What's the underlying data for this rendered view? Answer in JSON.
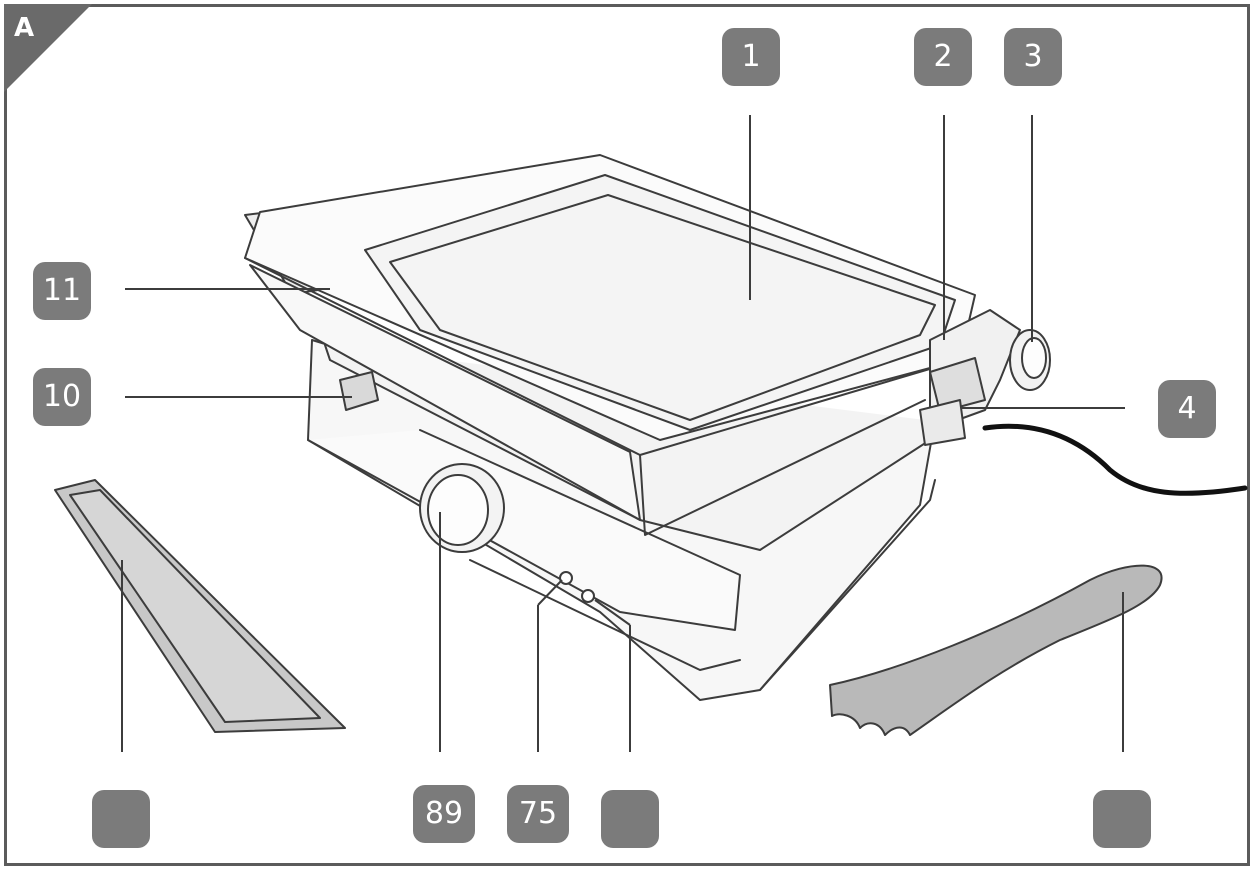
{
  "panel": {
    "label": "A"
  },
  "callouts": {
    "c1": "1",
    "c2": "2",
    "c3": "3",
    "c4": "4",
    "c10": "10",
    "c11": "11",
    "c89": "89",
    "c75": "75",
    "bl": "",
    "bm": "",
    "br": ""
  },
  "colors": {
    "badge": "#7b7b7b",
    "line": "#3c3c3c",
    "plate": "#f4f4f4",
    "tray": "#c8c8c8",
    "spatula": "#b9b9b9",
    "cord": "#111111"
  }
}
